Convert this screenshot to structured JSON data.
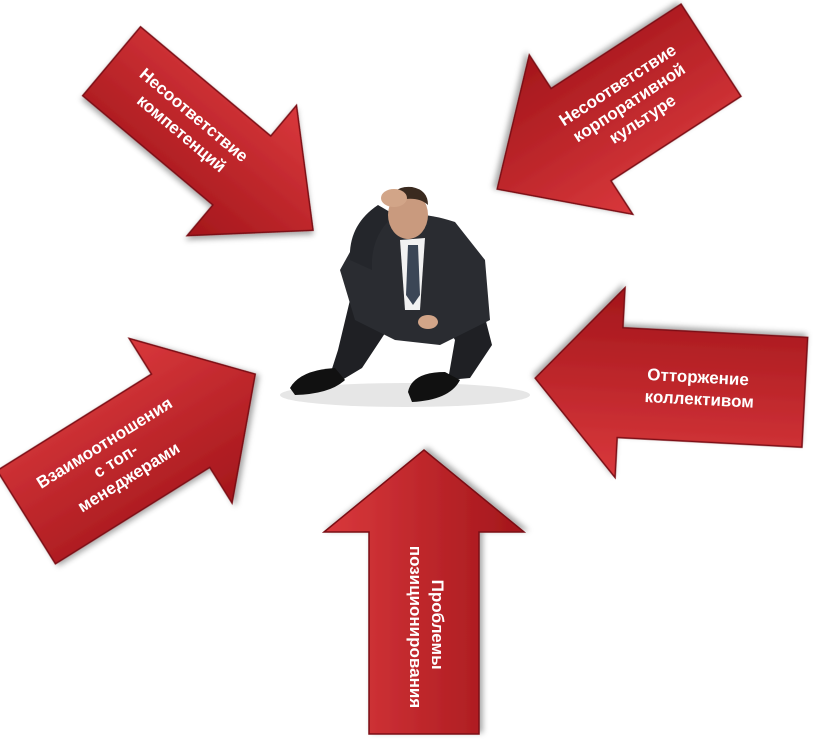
{
  "colors": {
    "arrow_light": "#d9383c",
    "arrow_dark": "#a3161b",
    "label_text": "#ffffff",
    "suit": "#1f2024",
    "shirt": "#f2f2f2",
    "shadow": "#e6e6e6"
  },
  "center_image": {
    "icon": "stressed-businessman-sitting"
  },
  "arrows": [
    {
      "id": "competence",
      "lines": [
        "Несоответствие",
        "компетенций"
      ]
    },
    {
      "id": "culture",
      "lines": [
        "Несоответствие",
        "корпоративной",
        "культуре"
      ]
    },
    {
      "id": "rejection",
      "lines": [
        "Отторжение",
        "коллективом"
      ]
    },
    {
      "id": "positioning",
      "lines": [
        "Проблемы",
        "позиционирования"
      ]
    },
    {
      "id": "relations",
      "lines": [
        "Взаимоотношения",
        "с топ-",
        "менеджерами"
      ]
    }
  ]
}
